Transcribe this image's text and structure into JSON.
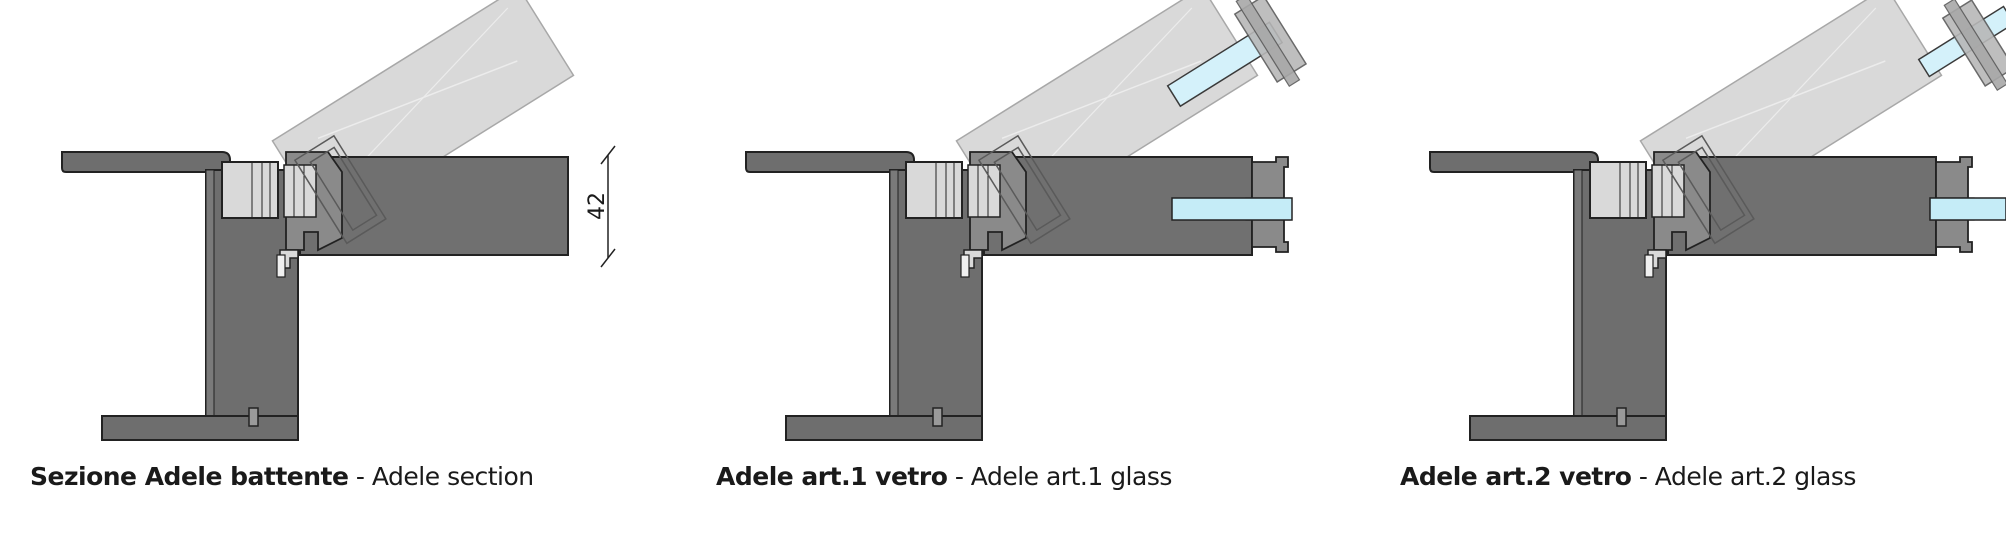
{
  "header": {
    "partial_title": "Dettagli sezione ante — battente e vetro"
  },
  "dimension": {
    "value": "42"
  },
  "captions": [
    {
      "bold": "Sezione Adele battente",
      "rest": " - Adele section"
    },
    {
      "bold": "Adele art.1 vetro",
      "rest": " - Adele art.1 glass"
    },
    {
      "bold": "Adele art.2 vetro",
      "rest": " - Adele art.2 glass"
    }
  ],
  "colors": {
    "frame": "#707070",
    "frame_dark": "#5c5c5c",
    "seal": "#d9d9d9",
    "ghost": "#d2d2d2",
    "glass": "#c5ecf7",
    "outline": "#222222"
  }
}
